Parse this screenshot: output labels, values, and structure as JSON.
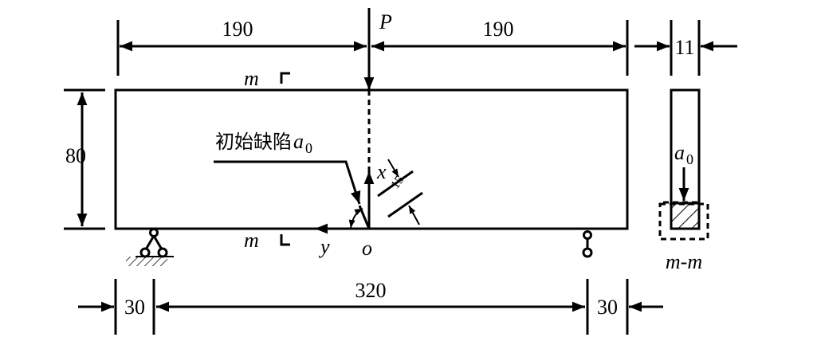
{
  "dimensions": {
    "left_span": "190",
    "right_span": "190",
    "thickness": "11",
    "height": "80",
    "left_overhang": "30",
    "support_span": "320",
    "right_overhang": "30",
    "offset": "15"
  },
  "labels": {
    "load": "P",
    "section_mark": "m",
    "crack_label": "初始缺陷",
    "crack_symbol": "a",
    "crack_sub": "0",
    "axis_x": "x",
    "axis_y": "y",
    "origin": "o",
    "section_title": "m-m"
  }
}
